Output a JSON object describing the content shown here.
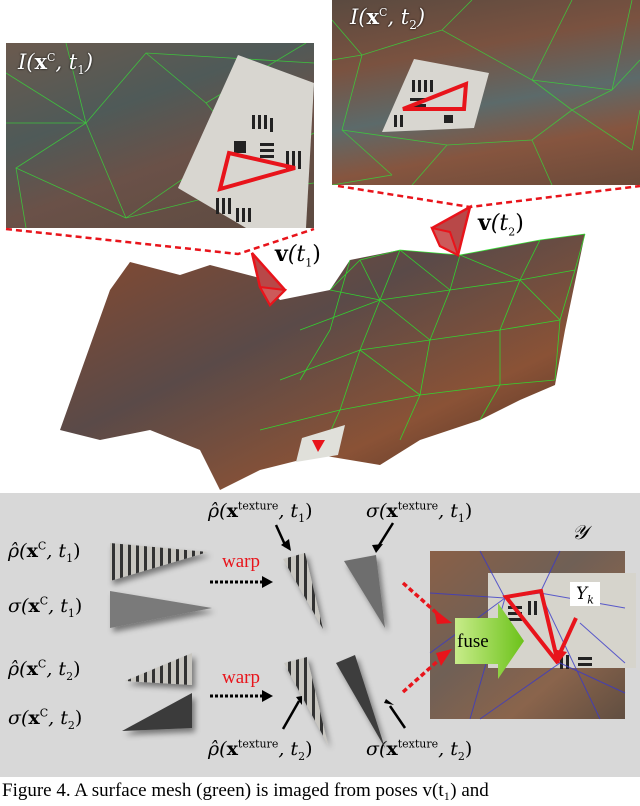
{
  "figure": {
    "caption": "Figure 4. A surface mesh (green) is imaged from poses v(t₁) and",
    "top_left_image": {
      "label": "I(xᶜ, t₁)",
      "label_base": "I(",
      "label_x": "x",
      "label_sup": "C",
      "label_t": ", t",
      "label_sub": "1",
      "label_close": ")"
    },
    "top_right_image": {
      "label": "I(xᶜ, t₂)",
      "label_base": "I(",
      "label_x": "x",
      "label_sup": "C",
      "label_t": ", t",
      "label_sub": "2",
      "label_close": ")"
    },
    "camera_1": {
      "label": "v(t₁)",
      "v": "v",
      "open": "(t",
      "sub": "1",
      "close": ")"
    },
    "camera_2": {
      "label": "v(t₂)",
      "v": "v",
      "open": "(t",
      "sub": "2",
      "close": ")"
    },
    "mesh_color": "#22cc22",
    "highlight_color": "#e8141b",
    "panel_bg": "#d8d8d8"
  },
  "panel": {
    "rows": [
      {
        "id": "rho_c_t1",
        "prefix": "ρ̂(",
        "x": "x",
        "sup": "C",
        "t": ", t",
        "sub": "1",
        "close": ")"
      },
      {
        "id": "sigma_c_t1",
        "prefix": "σ(",
        "x": "x",
        "sup": "C",
        "t": ", t",
        "sub": "1",
        "close": ")"
      },
      {
        "id": "rho_c_t2",
        "prefix": "ρ̂(",
        "x": "x",
        "sup": "C",
        "t": ", t",
        "sub": "2",
        "close": ")"
      },
      {
        "id": "sigma_c_t2",
        "prefix": "σ(",
        "x": "x",
        "sup": "C",
        "t": ", t",
        "sub": "2",
        "close": ")"
      }
    ],
    "texture_labels": [
      {
        "id": "rho_tex_t1",
        "prefix": "ρ̂(",
        "x": "x",
        "sup": "texture",
        "t": ", t",
        "sub": "1",
        "close": ")"
      },
      {
        "id": "sigma_tex_t1",
        "prefix": "σ(",
        "x": "x",
        "sup": "texture",
        "t": ", t",
        "sub": "1",
        "close": ")"
      },
      {
        "id": "rho_tex_t2",
        "prefix": "ρ̂(",
        "x": "x",
        "sup": "texture",
        "t": ", t",
        "sub": "2",
        "close": ")"
      },
      {
        "id": "sigma_tex_t2",
        "prefix": "σ(",
        "x": "x",
        "sup": "texture",
        "t": ", t",
        "sub": "2",
        "close": ")"
      }
    ],
    "warp_label": "warp",
    "fuse_label": "fuse",
    "output_symbol": "𝒴",
    "yk": {
      "base": "Y",
      "sub": "k"
    }
  }
}
